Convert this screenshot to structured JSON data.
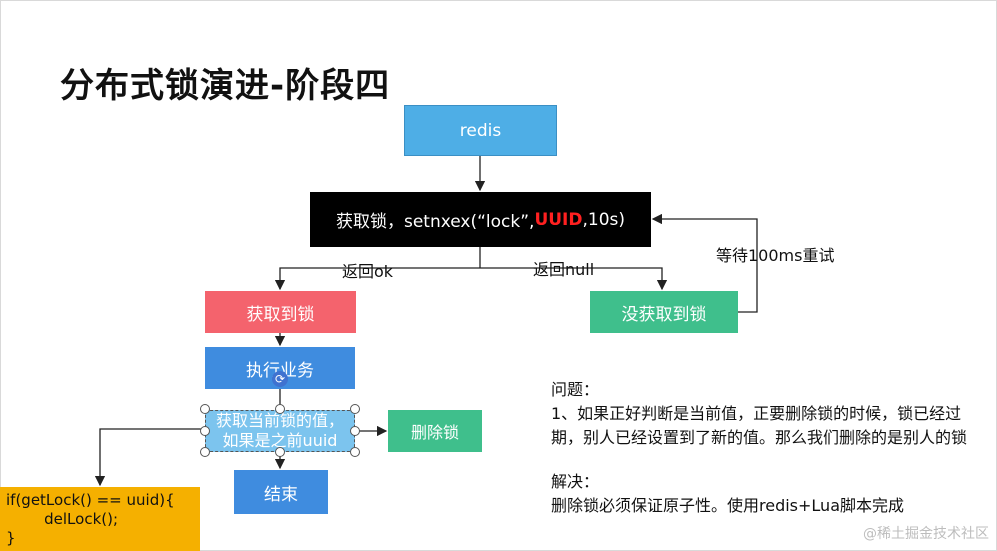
{
  "title": "分布式锁演进-阶段四",
  "nodes": {
    "redis": "redis",
    "acquire_prefix": "获取锁，setnxex(“lock”,",
    "acquire_uuid": "UUID",
    "acquire_suffix": ",10s)",
    "got_lock": "获取到锁",
    "not_got_lock": "没获取到锁",
    "execute": "执行业务",
    "check_line1": "获取当前锁的值，",
    "check_line2": "如果是之前uuid",
    "delete_lock": "删除锁",
    "end": "结束",
    "code_line1": "if(getLock() == uuid){",
    "code_line2": "        delLock();",
    "code_line3": "}"
  },
  "edges": {
    "return_ok": "返回ok",
    "return_null": "返回null",
    "retry": "等待100ms重试"
  },
  "notes": {
    "problem_heading": "问题：",
    "problem_text": "1、如果正好判断是当前值，正要删除锁的时候，锁已经过期，别人已经设置到了新的值。那么我们删除的是别人的锁",
    "solution_heading": "解决：",
    "solution_text": "删除锁必须保证原子性。使用redis+Lua脚本完成"
  },
  "watermark": "@稀土掘金技术社区",
  "colors": {
    "redis": "#4eaee6",
    "acquire": "#000000",
    "uuid": "#ff2020",
    "got_lock": "#f4636d",
    "not_got_lock": "#3fbf8c",
    "execute": "#3f8cdf",
    "check": "#7cc4ee",
    "code": "#f5b000"
  }
}
